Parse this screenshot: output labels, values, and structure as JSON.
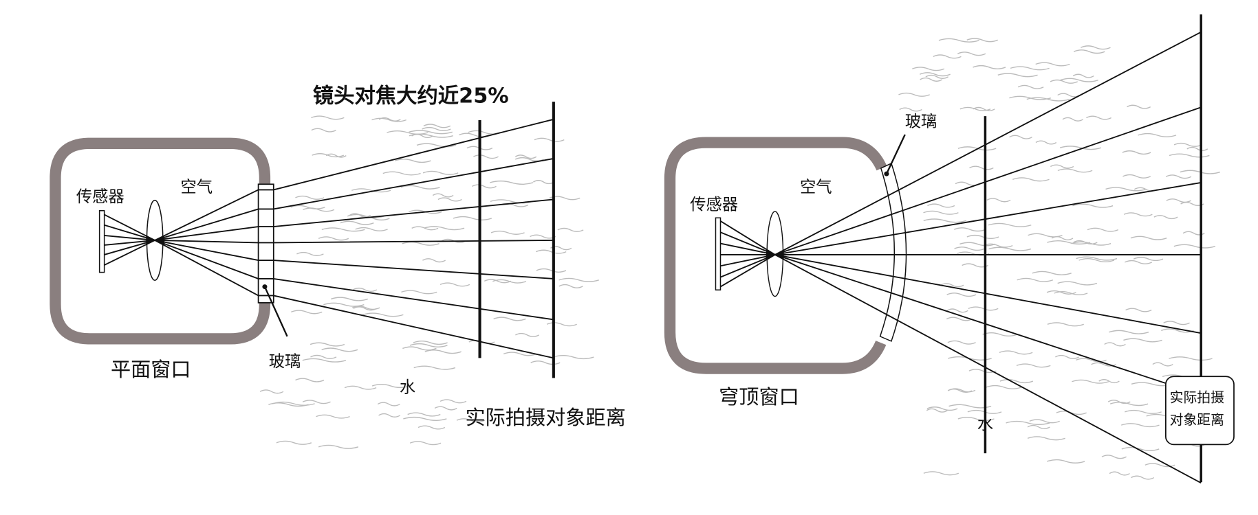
{
  "left_diagram": {
    "title": "镜头对焦大约近25%",
    "sensor_label": "传感器",
    "air_label": "空气",
    "window_label": "平面窗口",
    "glass_label": "玻璃",
    "water_label": "水",
    "distance_label": "实际拍摄对象距离"
  },
  "right_diagram": {
    "sensor_label": "传感器",
    "air_label": "空气",
    "window_label": "穹顶窗口",
    "glass_label": "玻璃",
    "water_label": "水",
    "distance_label_line1": "实际拍摄",
    "distance_label_line2": "对象距离"
  },
  "colors": {
    "housing": "#8a7f7f",
    "water": "#bbbbbb",
    "line": "#111111"
  }
}
